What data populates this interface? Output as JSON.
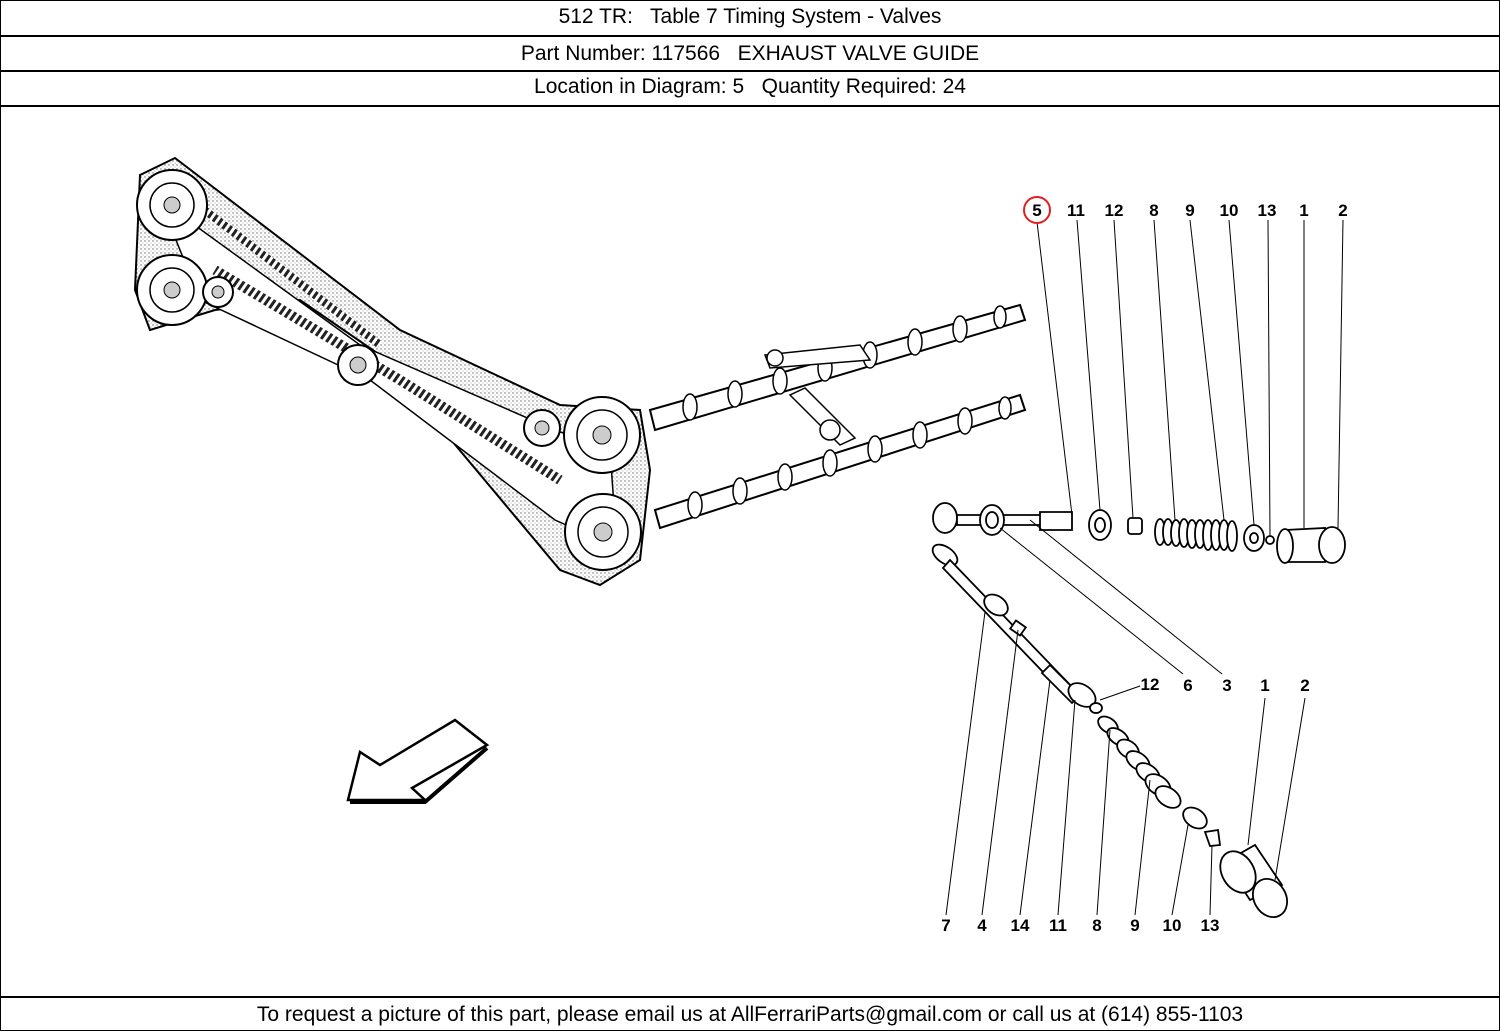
{
  "header": {
    "title": "512 TR:   Table 7 Timing System - Valves",
    "part_line": "Part Number: 117566   EXHAUST VALVE GUIDE",
    "location_line": "Location in Diagram: 5   Quantity Required: 24"
  },
  "diagram": {
    "highlight_color": "#e02020",
    "top_callouts": [
      "5",
      "11",
      "12",
      "8",
      "9",
      "10",
      "13",
      "1",
      "2"
    ],
    "mid_callouts": [
      "12",
      "6",
      "3",
      "1",
      "2"
    ],
    "bottom_callouts": [
      "7",
      "4",
      "14",
      "11",
      "8",
      "9",
      "10",
      "13"
    ],
    "highlighted_callout": "5"
  },
  "footer": {
    "text": "To request a picture of this part, please email us at AllFerrariParts@gmail.com or call us at (614) 855-1103"
  }
}
